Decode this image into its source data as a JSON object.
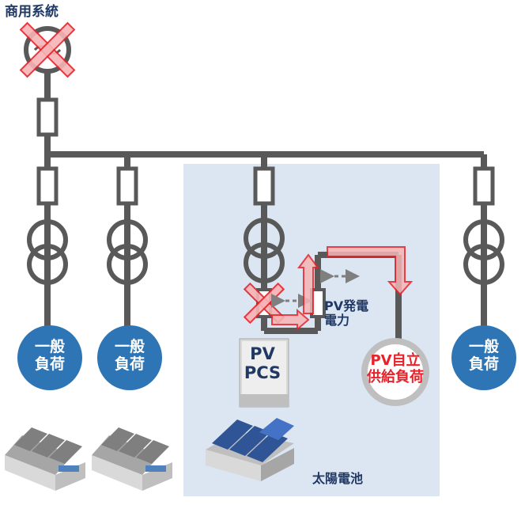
{
  "labels": {
    "grid": "商用系統",
    "general_load": [
      "一般",
      "負荷"
    ],
    "pcs": [
      "PV",
      "PCS"
    ],
    "pv_power": [
      "PV発電",
      "電力"
    ],
    "pv_self_supply": [
      "PV自立",
      "供給負荷"
    ],
    "solar": "太陽電池"
  },
  "colors": {
    "line": "#595959",
    "load_fill": "#2e75b6",
    "highlight_area": "#dce6f2",
    "red": "#e8222a",
    "red_fill": "#f7b4b6",
    "text_dark": "#1f3864"
  },
  "icons": [
    "disconnected-cross-icon",
    "flow-arrow-icon",
    "bidirectional-arrow-icon"
  ]
}
